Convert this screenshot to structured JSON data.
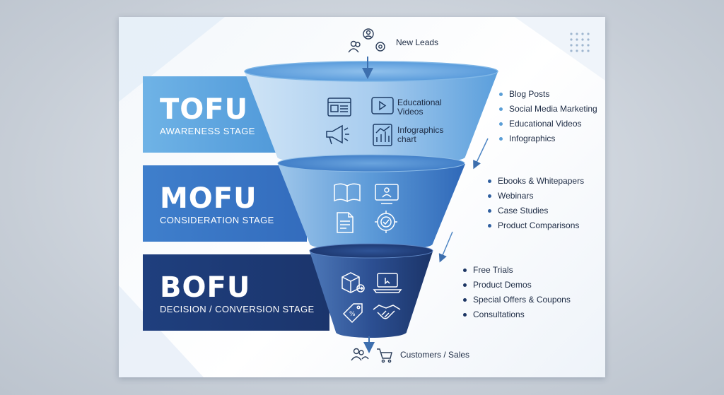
{
  "flow": {
    "start_label": "New Leads",
    "end_label": "Customers / Sales"
  },
  "stages": [
    {
      "name": "TOFU",
      "subtitle": "AWARENESS STAGE",
      "color": "#5aa3df",
      "icon_labels": [
        "Educational Videos",
        "Infographics chart"
      ],
      "icons": [
        "web-page-icon",
        "video-play-icon",
        "megaphone-icon",
        "chart-icon"
      ],
      "tactics": [
        "Blog Posts",
        "Social Media Marketing",
        "Educational Videos",
        "Infographics"
      ]
    },
    {
      "name": "MOFU",
      "subtitle": "CONSIDERATION STAGE",
      "color": "#3a76c6",
      "icons": [
        "open-book-icon",
        "webinar-icon",
        "document-icon",
        "gear-check-icon"
      ],
      "tactics": [
        "Ebooks & Whitepapers",
        "Webinars",
        "Case Studies",
        "Product Comparisons"
      ]
    },
    {
      "name": "BOFU",
      "subtitle": "DECISION / CONVERSION STAGE",
      "color": "#1e3b75",
      "icons": [
        "box-arrow-icon",
        "laptop-icon",
        "price-tag-icon",
        "handshake-icon"
      ],
      "tactics": [
        "Free Trials",
        "Product Demos",
        "Special Offers & Coupons",
        "Consultations"
      ]
    }
  ]
}
